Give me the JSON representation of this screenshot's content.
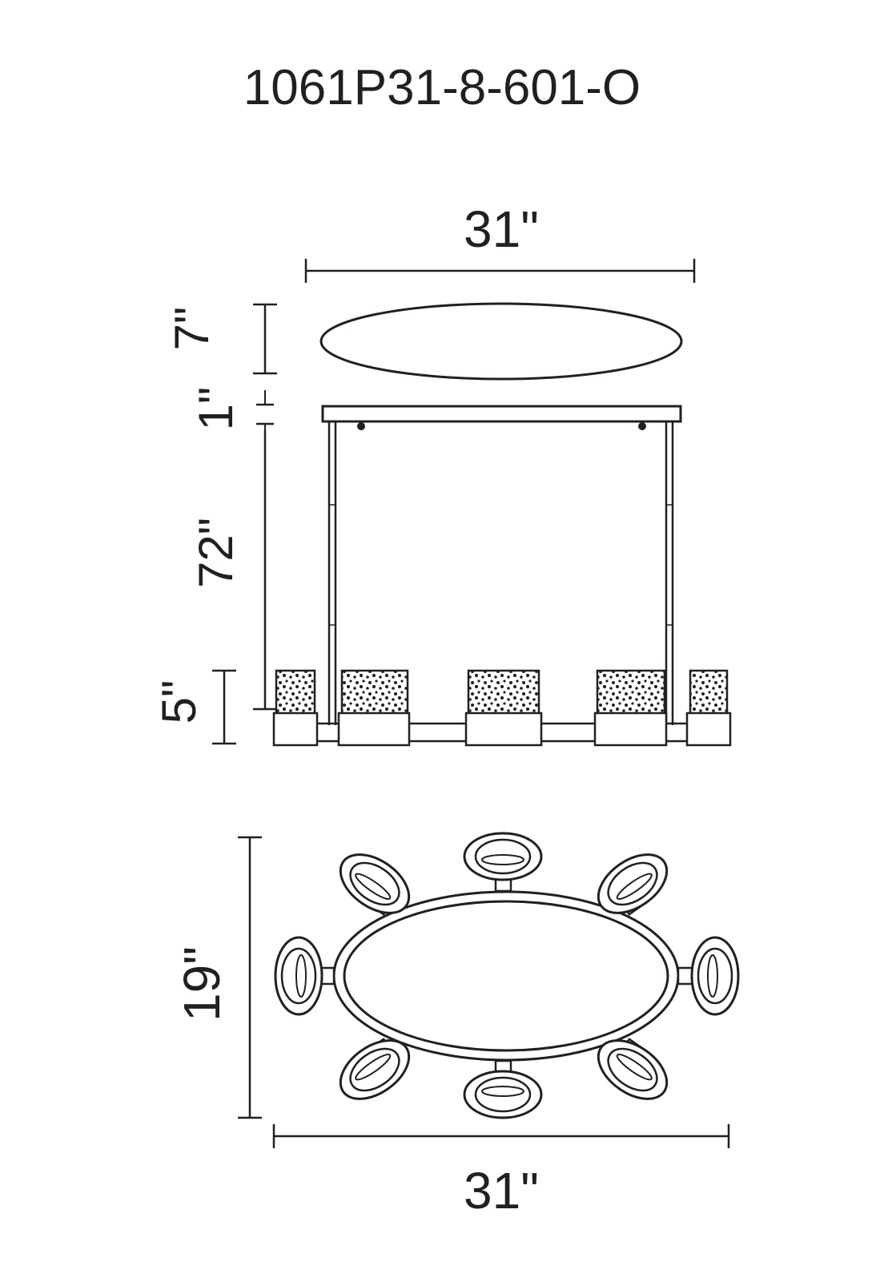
{
  "title": "1061P31-8-601-O",
  "side_view": {
    "width_label": "31\"",
    "canopy_height_label": "7\"",
    "gap_label": "1\"",
    "cable_length_label": "72\"",
    "fixture_height_label": "5\""
  },
  "top_view": {
    "depth_label": "19\"",
    "width_label": "31\""
  },
  "colors": {
    "ink": "#231f20",
    "background": "#ffffff"
  }
}
